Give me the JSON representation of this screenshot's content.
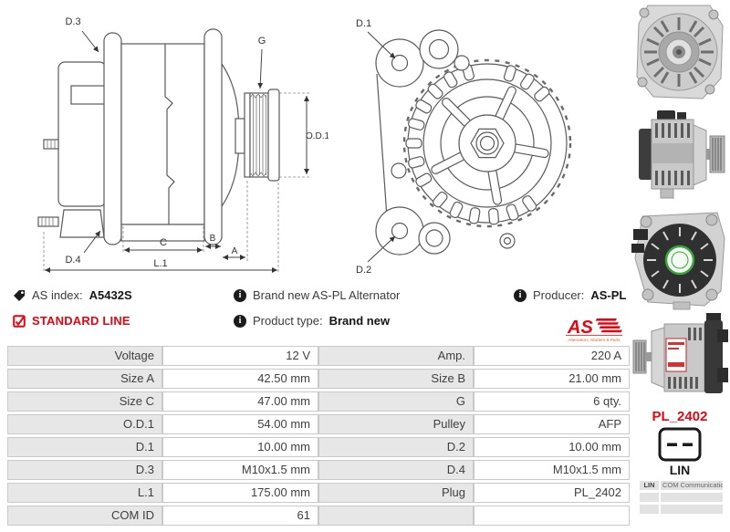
{
  "colors": {
    "accent_red": "#e30613",
    "table_label_bg": "#e7e7e7",
    "table_border": "#c9c9c9",
    "text": "#3c3c3c"
  },
  "diagram_side": {
    "labels": {
      "d3": "D.3",
      "g": "G",
      "od1": "O.D.1",
      "d4": "D.4",
      "c": "C",
      "b": "B",
      "a": "A",
      "l1": "L.1"
    }
  },
  "diagram_front": {
    "labels": {
      "d1": "D.1",
      "d2": "D.2"
    }
  },
  "info": {
    "as_index_label": "AS index:",
    "as_index_value": "A5432S",
    "standard_line": "STANDARD LINE",
    "description": "Brand new AS-PL Alternator",
    "product_type_label": "Product type:",
    "product_type_value": "Brand new",
    "producer_label": "Producer:",
    "producer_value": "AS-PL",
    "logo_text": "AS",
    "logo_tagline": "Alternators, Starters & Parts"
  },
  "spec_table": {
    "rows": [
      [
        "Voltage",
        "12 V",
        "Amp.",
        "220 A"
      ],
      [
        "Size A",
        "42.50 mm",
        "Size B",
        "21.00 mm"
      ],
      [
        "Size C",
        "47.00 mm",
        "G",
        "6 qty."
      ],
      [
        "O.D.1",
        "54.00 mm",
        "Pulley",
        "AFP"
      ],
      [
        "D.1",
        "10.00 mm",
        "D.2",
        "10.00 mm"
      ],
      [
        "D.3",
        "M10x1.5 mm",
        "D.4",
        "M10x1.5 mm"
      ],
      [
        "L.1",
        "175.00 mm",
        "Plug",
        "PL_2402"
      ],
      [
        "COM ID",
        "61",
        "",
        ""
      ]
    ]
  },
  "connector": {
    "name": "PL_2402",
    "pin_label": "LIN"
  },
  "com_table": {
    "rows": [
      [
        "LIN",
        "COM Communication"
      ],
      [
        "",
        ""
      ],
      [
        "",
        ""
      ]
    ]
  },
  "photos": {
    "alt_names": [
      "alternator-front-view-photo",
      "alternator-side-pulley-right-photo",
      "alternator-rear-cover-photo",
      "alternator-side-pulley-left-photo"
    ]
  }
}
